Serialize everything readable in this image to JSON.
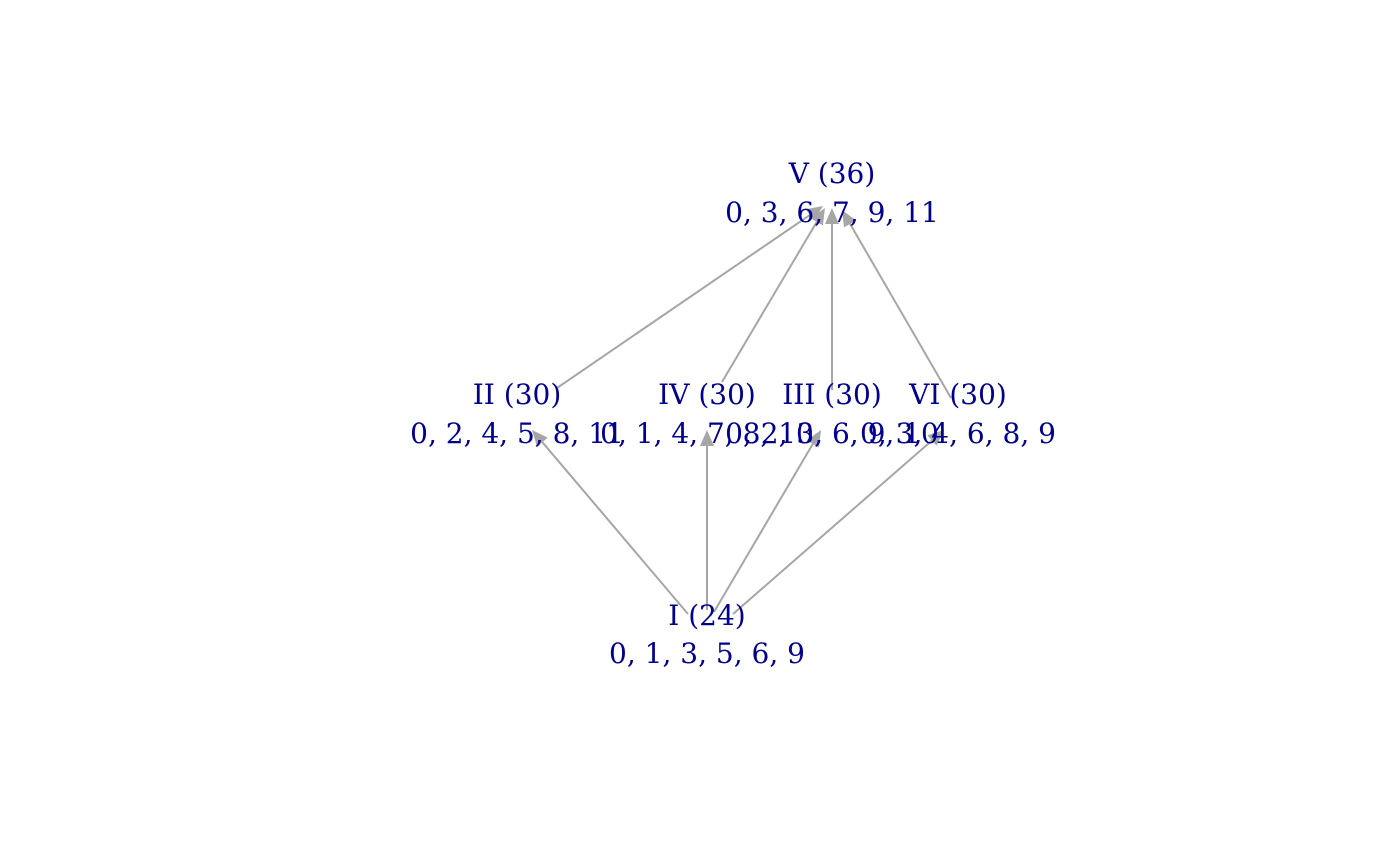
{
  "diagram": {
    "nodes": [
      {
        "id": "V",
        "title": "V (36)",
        "members": "0, 3, 6, 7, 9, 11"
      },
      {
        "id": "II",
        "title": "II (30)",
        "members": "0, 2, 4, 5, 8, 11"
      },
      {
        "id": "IV",
        "title": "IV (30)",
        "members": "0, 1, 4, 7, 8, 10"
      },
      {
        "id": "III",
        "title": "III (30)",
        "members": "0, 2, 3, 6, 9, 10"
      },
      {
        "id": "VI",
        "title": "VI (30)",
        "members": "0, 3, 4, 6, 8, 9"
      },
      {
        "id": "I",
        "title": "I (24)",
        "members": "0, 1, 3, 5, 6, 9"
      }
    ],
    "edges": [
      {
        "from": "II",
        "to": "V"
      },
      {
        "from": "IV",
        "to": "V"
      },
      {
        "from": "III",
        "to": "V"
      },
      {
        "from": "VI",
        "to": "V"
      },
      {
        "from": "I",
        "to": "II"
      },
      {
        "from": "I",
        "to": "IV"
      },
      {
        "from": "I",
        "to": "III"
      },
      {
        "from": "I",
        "to": "VI"
      }
    ],
    "colors": {
      "label": "#00008b",
      "edge": "#a6a6a6"
    }
  }
}
